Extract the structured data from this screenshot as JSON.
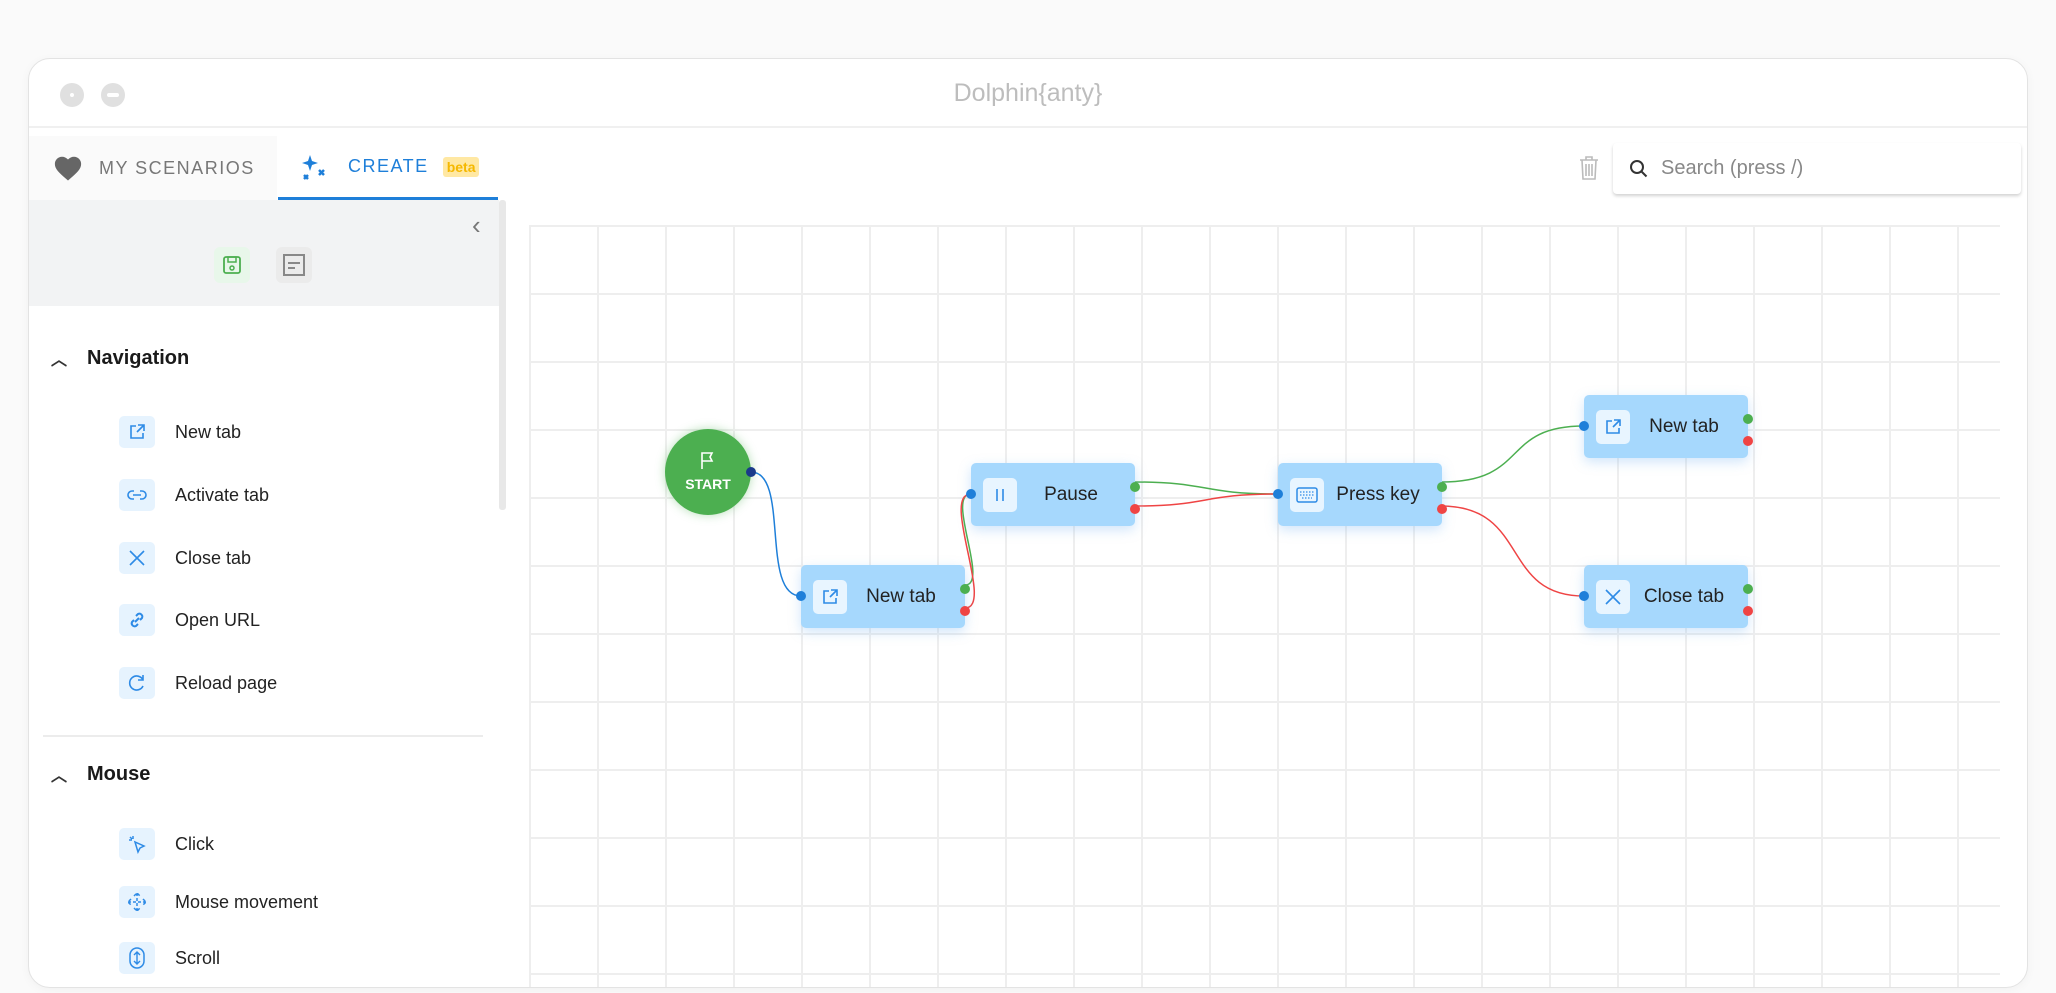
{
  "window": {
    "title": "Dolphin{anty}"
  },
  "tabs": [
    {
      "label": "MY SCENARIOS",
      "icon": "heart-icon"
    },
    {
      "label": "CREATE",
      "badge": "beta",
      "icon": "sparkles-icon",
      "active": true
    }
  ],
  "toolbar": {
    "save_icon": "save-icon",
    "template_icon": "template-icon"
  },
  "search": {
    "placeholder": "Search (press /)"
  },
  "sidebar": {
    "sections": [
      {
        "title": "Navigation",
        "items": [
          {
            "label": "New tab",
            "icon": "open-external-icon"
          },
          {
            "label": "Activate tab",
            "icon": "link-icon"
          },
          {
            "label": "Close tab",
            "icon": "close-icon"
          },
          {
            "label": "Open URL",
            "icon": "chain-link-icon"
          },
          {
            "label": "Reload page",
            "icon": "reload-icon"
          }
        ]
      },
      {
        "title": "Mouse",
        "items": [
          {
            "label": "Click",
            "icon": "click-icon"
          },
          {
            "label": "Mouse movement",
            "icon": "move-icon"
          },
          {
            "label": "Scroll",
            "icon": "scroll-icon"
          }
        ]
      }
    ]
  },
  "canvas": {
    "start": {
      "label": "START"
    },
    "nodes": [
      {
        "id": "n1",
        "label": "New tab",
        "icon": "open-external-icon"
      },
      {
        "id": "n2",
        "label": "Pause",
        "icon": "pause-icon"
      },
      {
        "id": "n3",
        "label": "Press key",
        "icon": "keyboard-icon"
      },
      {
        "id": "n4",
        "label": "New tab",
        "icon": "open-external-icon"
      },
      {
        "id": "n5",
        "label": "Close tab",
        "icon": "close-icon"
      }
    ],
    "edges": [
      {
        "from": "start",
        "to": "n1",
        "type": "default"
      },
      {
        "from": "n1",
        "to": "n2",
        "type": "success"
      },
      {
        "from": "n1",
        "to": "n2",
        "type": "error"
      },
      {
        "from": "n2",
        "to": "n3",
        "type": "success"
      },
      {
        "from": "n2",
        "to": "n3",
        "type": "error"
      },
      {
        "from": "n3",
        "to": "n4",
        "type": "success"
      },
      {
        "from": "n3",
        "to": "n5",
        "type": "error"
      }
    ]
  },
  "colors": {
    "accent": "#1e7fd9",
    "node": "#a6d8fd",
    "start": "#4caf50",
    "success": "#4caf50",
    "error": "#ef4444",
    "input_port": "#1e7fd9"
  }
}
